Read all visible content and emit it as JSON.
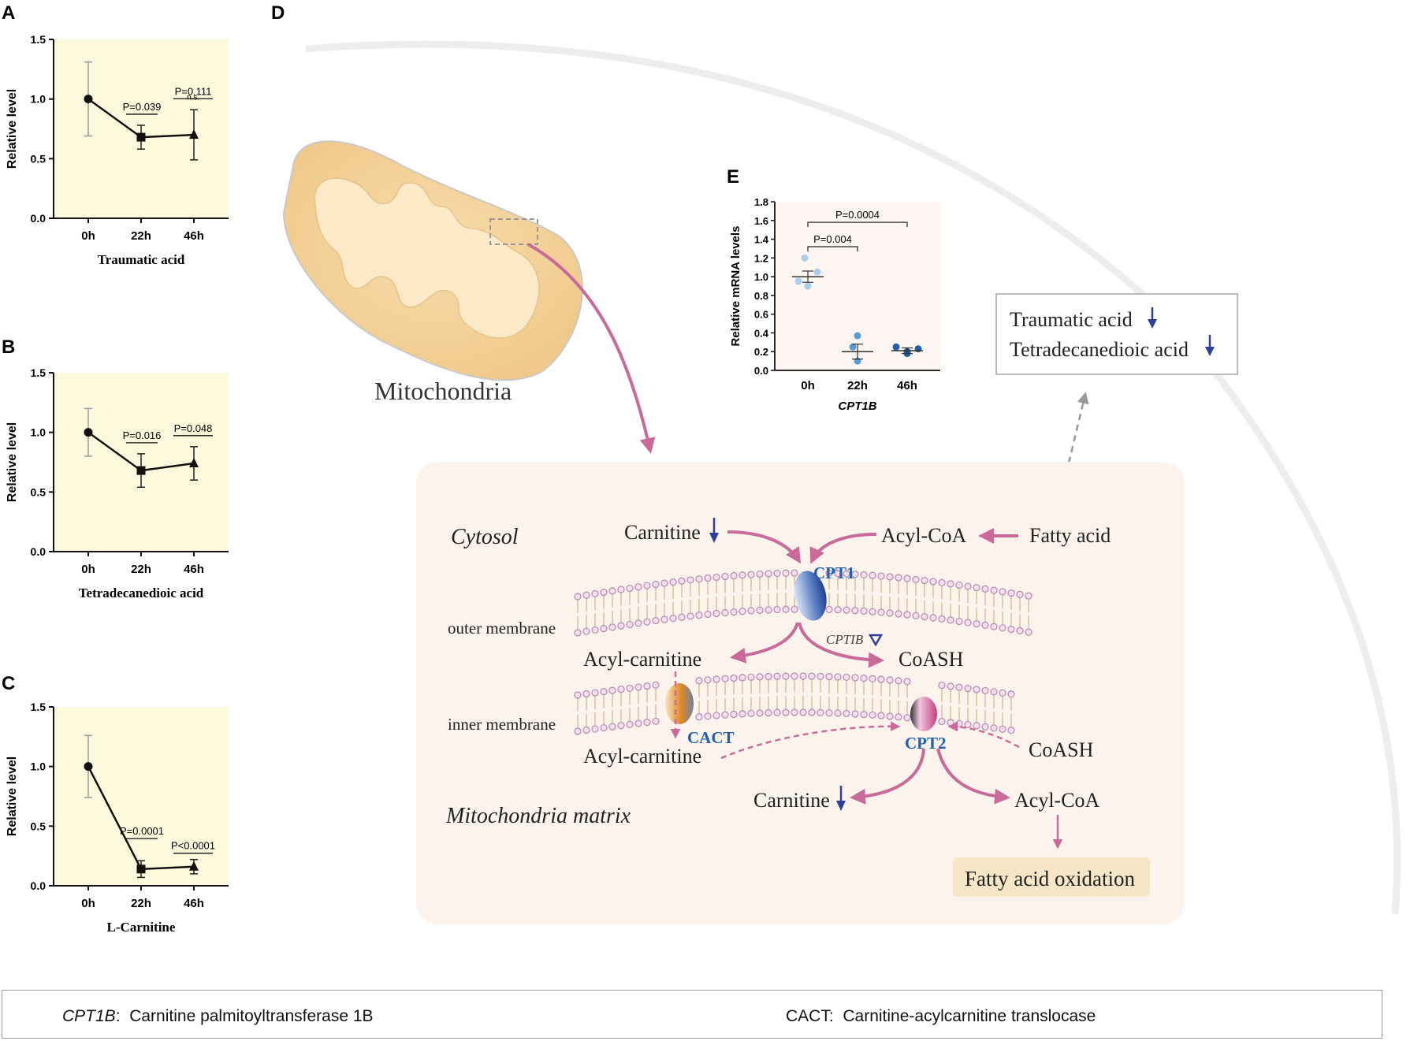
{
  "panel_labels": {
    "a": "A",
    "b": "B",
    "c": "C",
    "d": "D",
    "e": "E"
  },
  "colors": {
    "chart_bg": "#fdf9dc",
    "matrix_bg": "#fcf4ec",
    "arrow_pink": "#c96a9a",
    "down_arrow_blue": "#2d3f9b",
    "label_blue": "#1f5fad",
    "fao_box": "#f4e6c7"
  },
  "chart_data": [
    {
      "type": "line",
      "panel": "A",
      "x": [
        "0h",
        "22h",
        "46h"
      ],
      "values": [
        1.0,
        0.68,
        0.7
      ],
      "errors": [
        0.31,
        0.1,
        0.21
      ],
      "markers": [
        "circle",
        "square",
        "triangle"
      ],
      "ylim": [
        0,
        1.5
      ],
      "yticks": [
        "0.0",
        "0.5",
        "1.0",
        "1.5"
      ],
      "ylabel": "Relative level",
      "xlabel": "Traumatic acid",
      "annotations": [
        {
          "text": "P=0.039",
          "from": 0,
          "to": 1
        },
        {
          "text": "P=0.111",
          "sub": "n.s.",
          "from": 0,
          "to": 2
        }
      ]
    },
    {
      "type": "line",
      "panel": "B",
      "x": [
        "0h",
        "22h",
        "46h"
      ],
      "values": [
        1.0,
        0.68,
        0.74
      ],
      "errors": [
        0.2,
        0.14,
        0.14
      ],
      "markers": [
        "circle",
        "square",
        "triangle"
      ],
      "ylim": [
        0,
        1.5
      ],
      "yticks": [
        "0.0",
        "0.5",
        "1.0",
        "1.5"
      ],
      "ylabel": "Relative level",
      "xlabel": "Tetradecanedioic acid",
      "annotations": [
        {
          "text": "P=0.016",
          "from": 0,
          "to": 1
        },
        {
          "text": "P=0.048",
          "from": 0,
          "to": 2
        }
      ]
    },
    {
      "type": "line",
      "panel": "C",
      "x": [
        "0h",
        "22h",
        "46h"
      ],
      "values": [
        1.0,
        0.14,
        0.16
      ],
      "errors": [
        0.26,
        0.07,
        0.06
      ],
      "markers": [
        "circle",
        "square",
        "triangle"
      ],
      "ylim": [
        0,
        1.5
      ],
      "yticks": [
        "0.0",
        "0.5",
        "1.0",
        "1.5"
      ],
      "ylabel": "Relative level",
      "xlabel": "L-Carnitine",
      "annotations": [
        {
          "text": "P=0.0001",
          "from": 0,
          "to": 1
        },
        {
          "text": "P<0.0001",
          "from": 0,
          "to": 2
        }
      ]
    },
    {
      "type": "scatter",
      "panel": "E",
      "x": [
        "0h",
        "22h",
        "46h"
      ],
      "points": [
        [
          1.2,
          0.95,
          1.05,
          0.9
        ],
        [
          0.37,
          0.25,
          0.1
        ],
        [
          0.25,
          0.18,
          0.23,
          0.2
        ]
      ],
      "means": [
        1.0,
        0.2,
        0.21
      ],
      "sem": [
        0.06,
        0.08,
        0.03
      ],
      "point_colors": [
        "#a9cdee",
        "#5b9bd5",
        "#1f5fad"
      ],
      "ylim": [
        0,
        1.8
      ],
      "yticks": [
        "0.0",
        "0.2",
        "0.4",
        "0.6",
        "0.8",
        "1.0",
        "1.2",
        "1.4",
        "1.6",
        "1.8"
      ],
      "ylabel": "Relative mRNA levels",
      "xlabel": "CPT1B",
      "annotations": [
        {
          "text": "P=0.004",
          "from": 0,
          "to": 1
        },
        {
          "text": "P=0.0004",
          "from": 0,
          "to": 2
        }
      ]
    }
  ],
  "diagram": {
    "mitochondria_label": "Mitochondria",
    "summary_box": {
      "line1": "Traumatic acid",
      "line2": "Tetradecanedioic acid"
    },
    "cytosol": "Cytosol",
    "carnitine_top": "Carnitine",
    "acyl_coa_top": "Acyl-CoA",
    "fatty_acid": "Fatty acid",
    "cpt1": "CPT1",
    "cpt1b": "CPTIB",
    "outer_membrane": "outer membrane",
    "acyl_carnitine_1": "Acyl-carnitine",
    "coash_1": "CoASH",
    "inner_membrane": "inner membrane",
    "cact": "CACT",
    "acyl_carnitine_2": "Acyl-carnitine",
    "cpt2": "CPT2",
    "coash_2": "CoASH",
    "matrix": "Mitochondria matrix",
    "carnitine_bottom": "Carnitine",
    "acyl_coa_bottom": "Acyl-CoA",
    "fao": "Fatty acid oxidation"
  },
  "legend": {
    "item1_abbr": "CPT1B",
    "item1_text": "Carnitine palmitoyltransferase 1B",
    "item2_abbr": "CACT",
    "item2_text": "Carnitine-acylcarnitine translocase"
  }
}
